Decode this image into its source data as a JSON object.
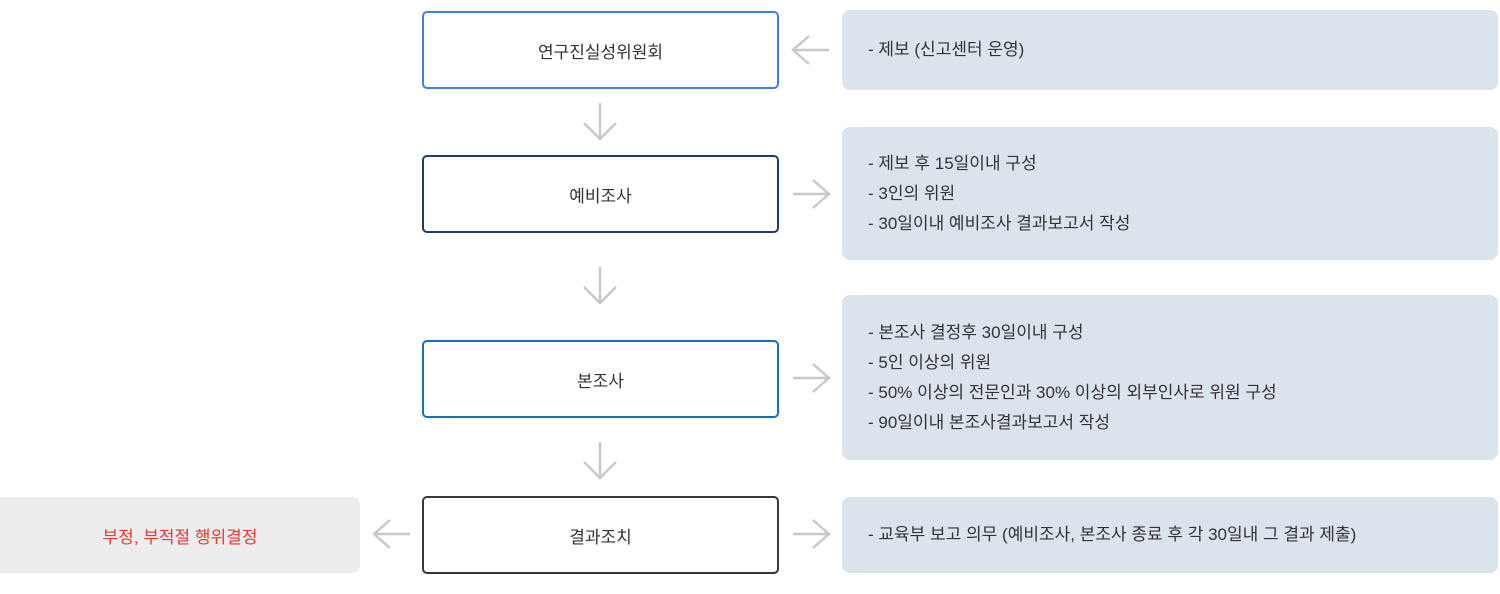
{
  "diagram": {
    "nodes": [
      {
        "label": "연구진실성위원회",
        "border_color": "#3e7fe6"
      },
      {
        "label": "예비조사",
        "border_color": "#1c3a6a"
      },
      {
        "label": "본조사",
        "border_color": "#1270c0"
      },
      {
        "label": "결과조치",
        "border_color": "#33383f"
      }
    ],
    "panels": [
      {
        "lines": [
          "- 제보 (신고센터 운영)"
        ]
      },
      {
        "lines": [
          "- 제보 후 15일이내 구성",
          "- 3인의 위원",
          "- 30일이내 예비조사 결과보고서 작성"
        ]
      },
      {
        "lines": [
          "- 본조사 결정후 30일이내 구성",
          "- 5인 이상의 위원",
          "- 50% 이상의 전문인과 30% 이상의 외부인사로 위원 구성",
          "- 90일이내 본조사결과보고서 작성"
        ]
      },
      {
        "lines": [
          "- 교육부 보고 의무 (예비조사, 본조사 종료 후 각 30일내 그 결과 제출)"
        ]
      }
    ],
    "result_panel": {
      "label": "부정, 부적절 행위결정",
      "text_color": "#f0352d",
      "bg_color": "#ededed"
    },
    "icons": {
      "down_arrow": "↓",
      "left_arrow": "←",
      "right_arrow": "→"
    },
    "colors": {
      "panel_bg": "#dbe3ec",
      "arrow": "#c8c8c8",
      "text": "#333333",
      "background": "#ffffff"
    }
  }
}
